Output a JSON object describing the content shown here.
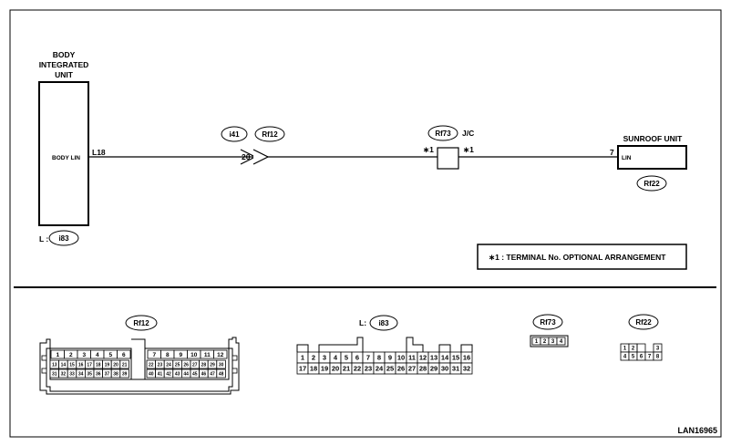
{
  "diagram": {
    "body_unit": {
      "title_lines": [
        "BODY",
        "INTEGRATED",
        "UNIT"
      ],
      "pin_label": "BODY LIN",
      "terminal": "L18",
      "connector_prefix": "L :",
      "connector": "i83"
    },
    "mid_connectors": {
      "connector_a": "i41",
      "connector_b": "Rf12",
      "pin": "20"
    },
    "joint_connector": {
      "id": "Rf73",
      "type": "J/C",
      "left_mark": "∗1",
      "right_mark": "∗1"
    },
    "sunroof_unit": {
      "title": "SUNROOF UNIT",
      "pin_label": "LIN",
      "terminal": "7",
      "connector": "Rf22"
    },
    "note": "∗1 : TERMINAL No. OPTIONAL ARRANGEMENT",
    "figure_id": "LAN16965"
  },
  "connector_views": {
    "rf12": {
      "label": "Rf12",
      "row1_left": [
        "1",
        "2",
        "3",
        "4",
        "5",
        "6"
      ],
      "row2_left": [
        "13",
        "14",
        "15",
        "16",
        "17",
        "18",
        "19",
        "20",
        "21"
      ],
      "row3_left": [
        "31",
        "32",
        "33",
        "34",
        "35",
        "36",
        "37",
        "38",
        "39"
      ],
      "row1_right": [
        "7",
        "8",
        "9",
        "10",
        "11",
        "12"
      ],
      "row2_right": [
        "22",
        "23",
        "24",
        "25",
        "26",
        "27",
        "28",
        "29",
        "30"
      ],
      "row3_right": [
        "40",
        "41",
        "42",
        "43",
        "44",
        "45",
        "46",
        "47",
        "48"
      ]
    },
    "i83": {
      "prefix": "L:",
      "label": "i83",
      "row1": [
        "1",
        "2",
        "3",
        "4",
        "5",
        "6",
        "7",
        "8",
        "9",
        "10",
        "11",
        "12",
        "13",
        "14",
        "15",
        "16"
      ],
      "row2": [
        "17",
        "18",
        "19",
        "20",
        "21",
        "22",
        "23",
        "24",
        "25",
        "26",
        "27",
        "28",
        "29",
        "30",
        "31",
        "32"
      ]
    },
    "rf73": {
      "label": "Rf73",
      "pins": [
        "1",
        "2",
        "3",
        "4"
      ]
    },
    "rf22": {
      "label": "Rf22",
      "row1": [
        "1",
        "2",
        "",
        "",
        "3"
      ],
      "row2": [
        "4",
        "5",
        "6",
        "7",
        "8"
      ]
    }
  }
}
